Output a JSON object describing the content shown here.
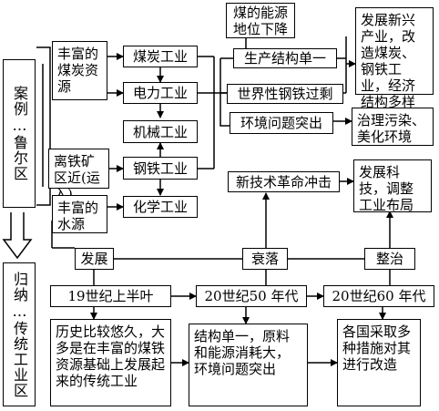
{
  "left_column": {
    "case": "案例…鲁尔区",
    "summary": "归纳…传统工业区"
  },
  "resources": {
    "coal": "丰富的煤炭资源",
    "iron": "离铁矿区近(运入)",
    "water": "丰富的水源"
  },
  "industries": {
    "coal": "煤炭工业",
    "power": "电力工业",
    "machinery": "机械工业",
    "steel": "钢铁工业",
    "chemical": "化学工业"
  },
  "decline_causes": {
    "energy_shift": "煤的能源地位下降",
    "single_structure": "生产结构单一",
    "steel_surplus": "世界性钢铁过剩",
    "environment": "环境问题突出",
    "tech_revolution": "新技术革命冲击"
  },
  "measures": {
    "industry": "发展新兴产业，改造煤炭、钢铁工业，经济结构多样化",
    "pollution": "治理污染、美化环境",
    "tech": "发展科技，调整工业布局"
  },
  "stages": {
    "development": "发展",
    "decline": "衰落",
    "rectify": "整治"
  },
  "periods": {
    "p1": "19世纪上半叶",
    "p2": "20世纪50 年代",
    "p3": "20世纪60 年代"
  },
  "descriptions": {
    "d1": "历史比较悠久，大多是在丰富的煤铁资源基础上发展起来的传统工业",
    "d2": "结构单一，原料和能源消耗大，环境问题突出",
    "d3": "各国采取多种措施对其进行改造"
  }
}
